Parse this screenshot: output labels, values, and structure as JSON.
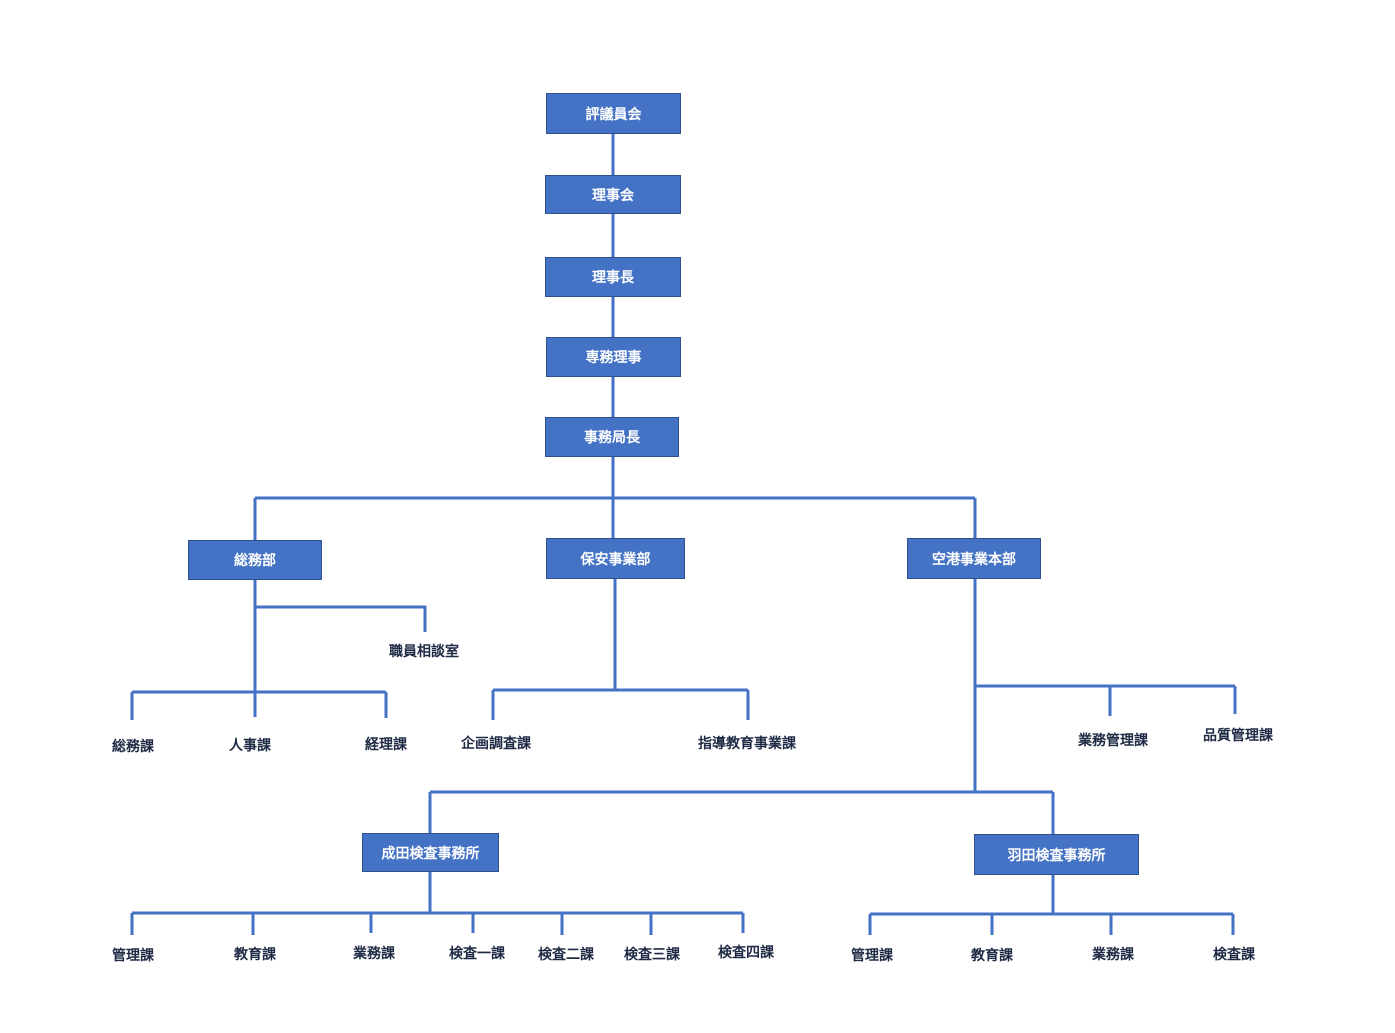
{
  "colors": {
    "line": "#4472C4",
    "box_fill": "#4472C4",
    "box_border": "#2F528F"
  },
  "nodes": {
    "council": "評議員会",
    "board": "理事会",
    "chairman": "理事長",
    "executive_director": "専務理事",
    "secretary_general": "事務局長",
    "general_affairs": "総務部",
    "security_business": "保安事業部",
    "airport_business": "空港事業本部",
    "narita": "成田検査事務所",
    "haneda": "羽田検査事務所"
  },
  "labels": {
    "staff_consultation": "職員相談室",
    "ga_sections": [
      "総務課",
      "人事課",
      "経理課"
    ],
    "security_sections": [
      "企画調査課",
      "指導教育事業課"
    ],
    "airport_sections": [
      "業務管理課",
      "品質管理課"
    ],
    "narita_sections": [
      "管理課",
      "教育課",
      "業務課",
      "検査一課",
      "検査二課",
      "検査三課",
      "検査四課"
    ],
    "haneda_sections": [
      "管理課",
      "教育課",
      "業務課",
      "検査課"
    ]
  }
}
